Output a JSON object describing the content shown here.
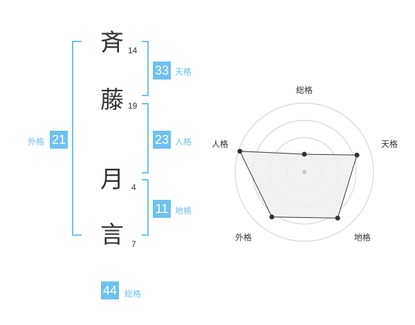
{
  "name": {
    "characters": [
      {
        "char": "斉",
        "strokes": "14"
      },
      {
        "char": "藤",
        "strokes": "19"
      },
      {
        "char": "月",
        "strokes": "4"
      },
      {
        "char": "言",
        "strokes": "7"
      }
    ]
  },
  "fortune": {
    "tenkaku": {
      "value": "33",
      "label": "天格"
    },
    "jinkaku": {
      "value": "23",
      "label": "人格"
    },
    "chikaku": {
      "value": "11",
      "label": "地格"
    },
    "gaikaku": {
      "value": "21",
      "label": "外格"
    },
    "soukaku": {
      "value": "44",
      "label": "総格"
    }
  },
  "colors": {
    "accent": "#6ec1f0",
    "text": "#333333",
    "radar_fill": "#efefef",
    "radar_ring": "#d0d0d0"
  },
  "chart_data": {
    "type": "radar",
    "axes": [
      "総格",
      "天格",
      "地格",
      "外格",
      "人格"
    ],
    "values": [
      0.26,
      0.8,
      0.82,
      0.8,
      0.98
    ],
    "rings": 4,
    "max": 1
  }
}
